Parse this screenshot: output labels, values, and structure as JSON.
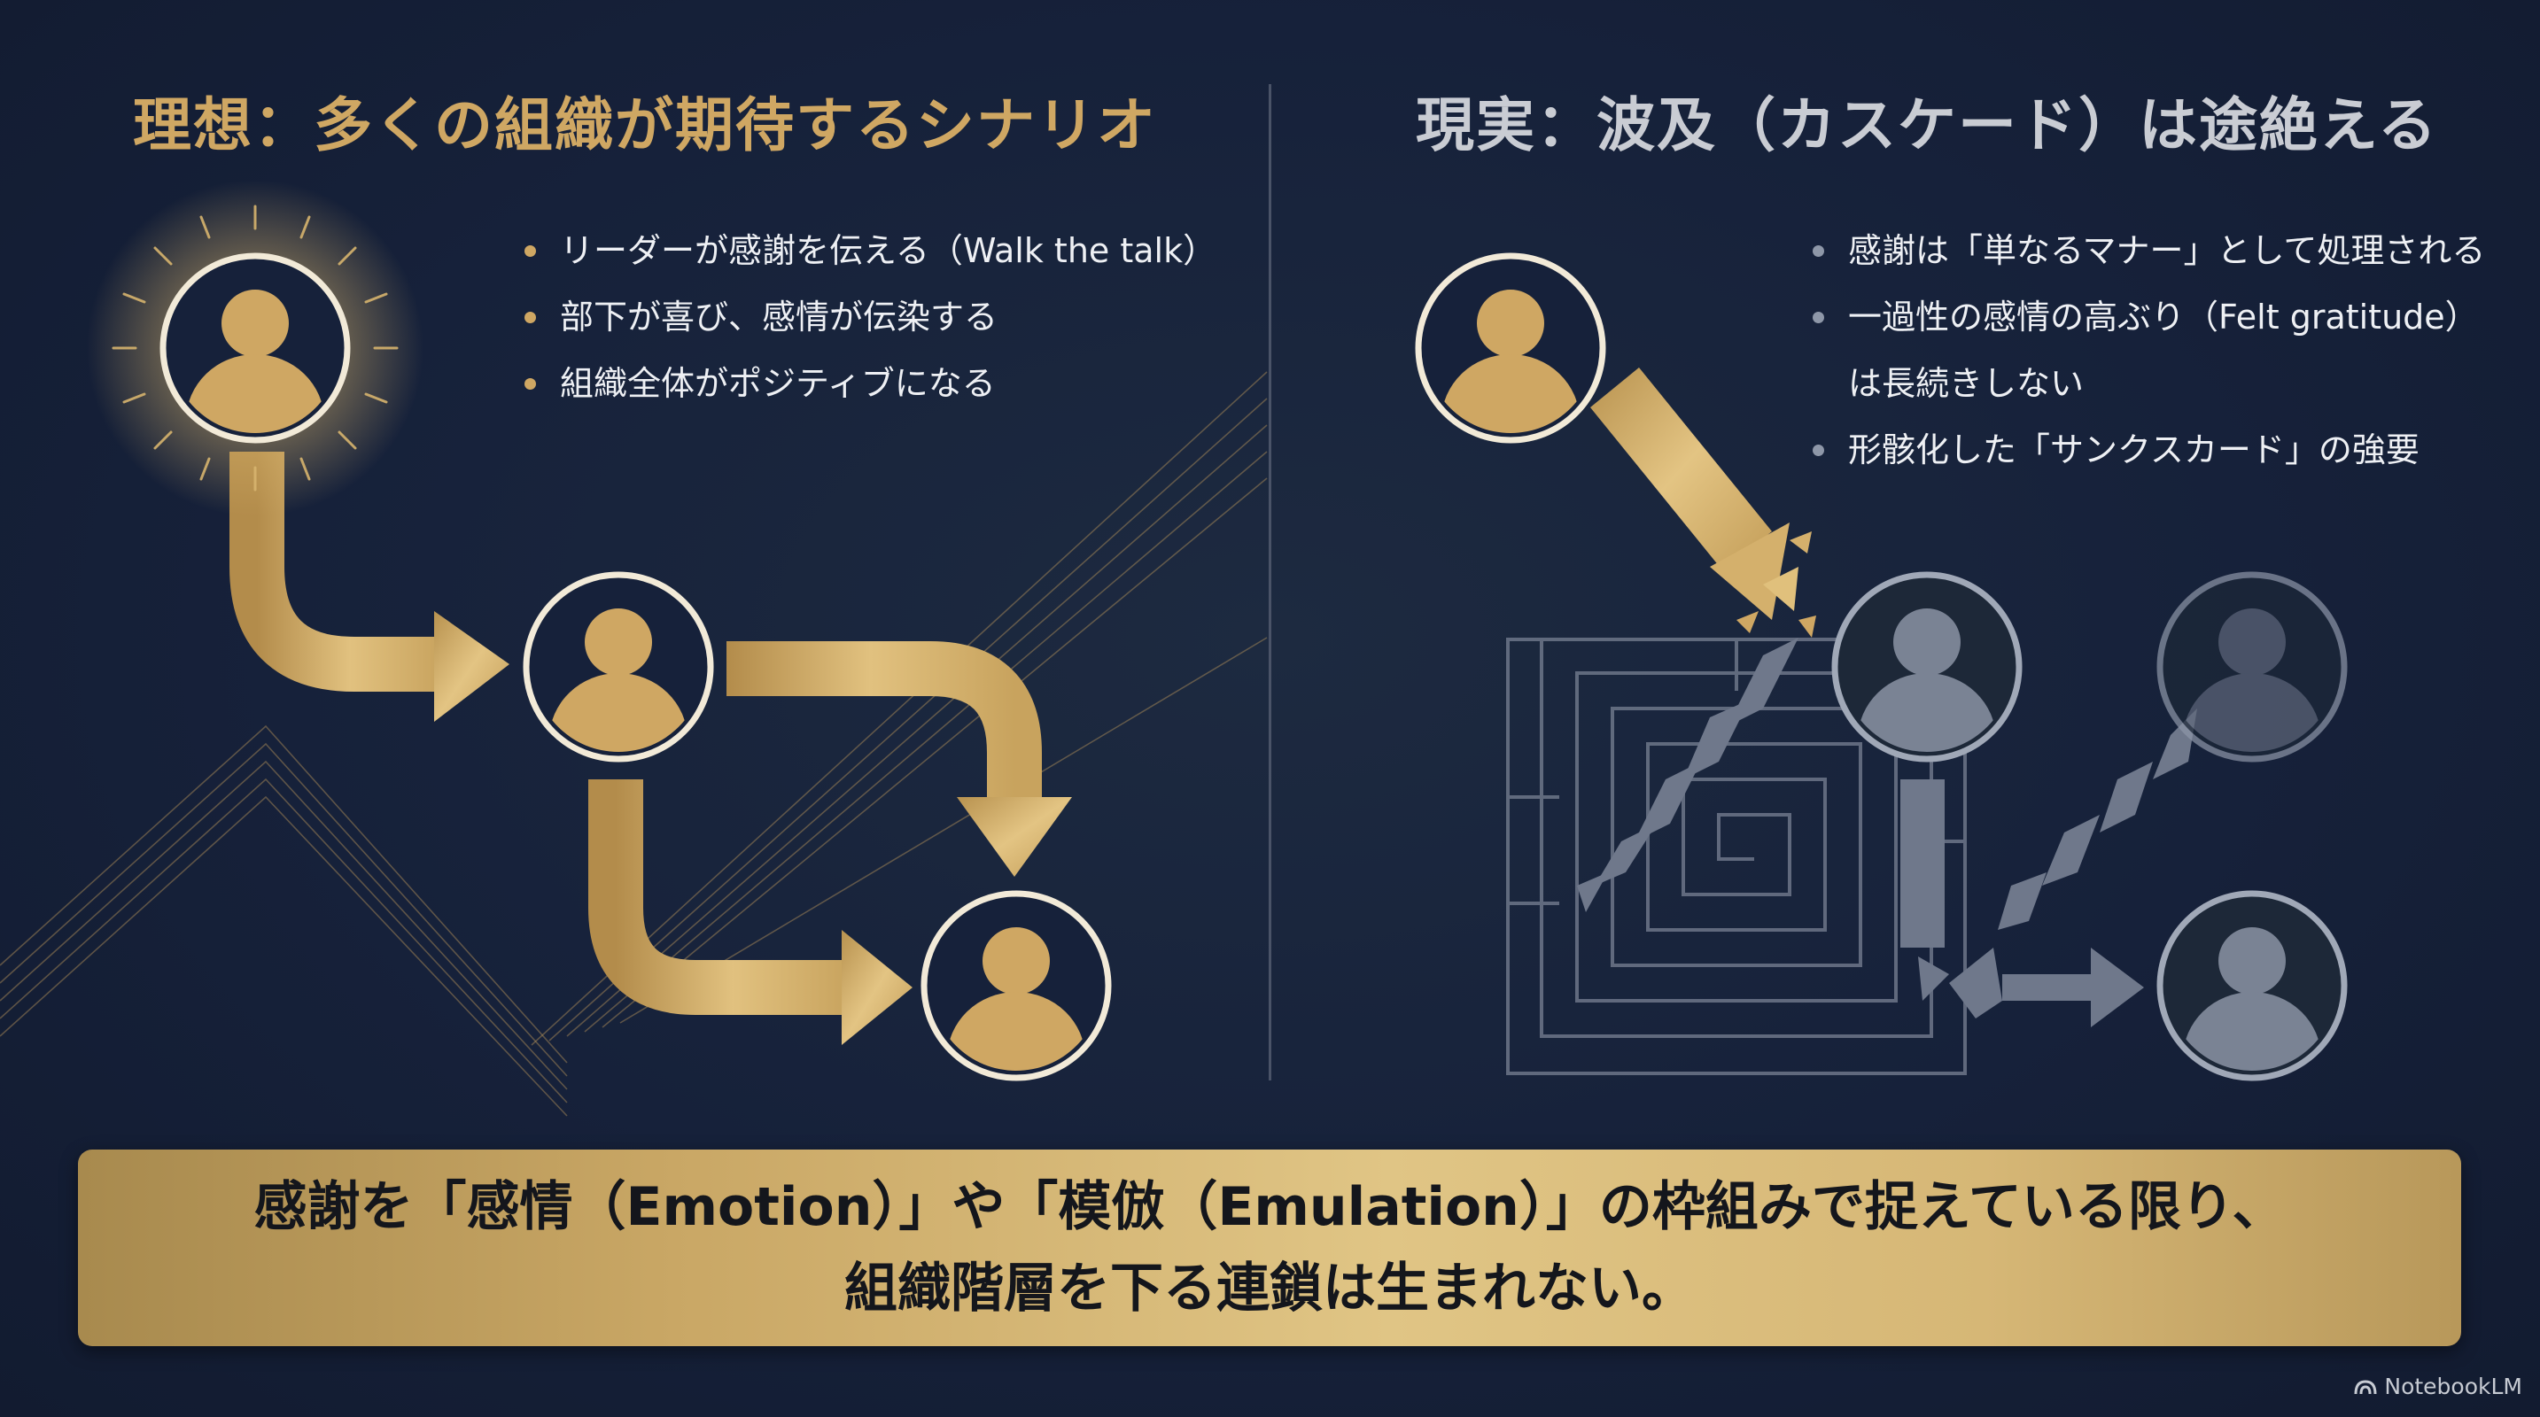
{
  "left": {
    "title": "理想：多くの組織が期待するシナリオ",
    "bullets": [
      "リーダーが感謝を伝える（Walk the talk）",
      "部下が喜び、感情が伝染する",
      "組織全体がポジティブになる"
    ]
  },
  "right": {
    "title": "現実：波及（カスケード）は途絶える",
    "bullets": [
      "感謝は「単なるマナー」として処理される",
      "一過性の感情の高ぶり（Felt gratitude）",
      "は長続きしない",
      "形骸化した「サンクスカード」の強要"
    ]
  },
  "banner": {
    "line1": "感謝を「感情（Emotion）」や「模倣（Emulation）」の枠組みで捉えている限り、",
    "line2": "組織階層を下る連鎖は生まれない。"
  },
  "watermark": "NotebookLM",
  "colors": {
    "gold": "#cfa763",
    "navy": "#16213a",
    "gray": "#8e97a8"
  }
}
